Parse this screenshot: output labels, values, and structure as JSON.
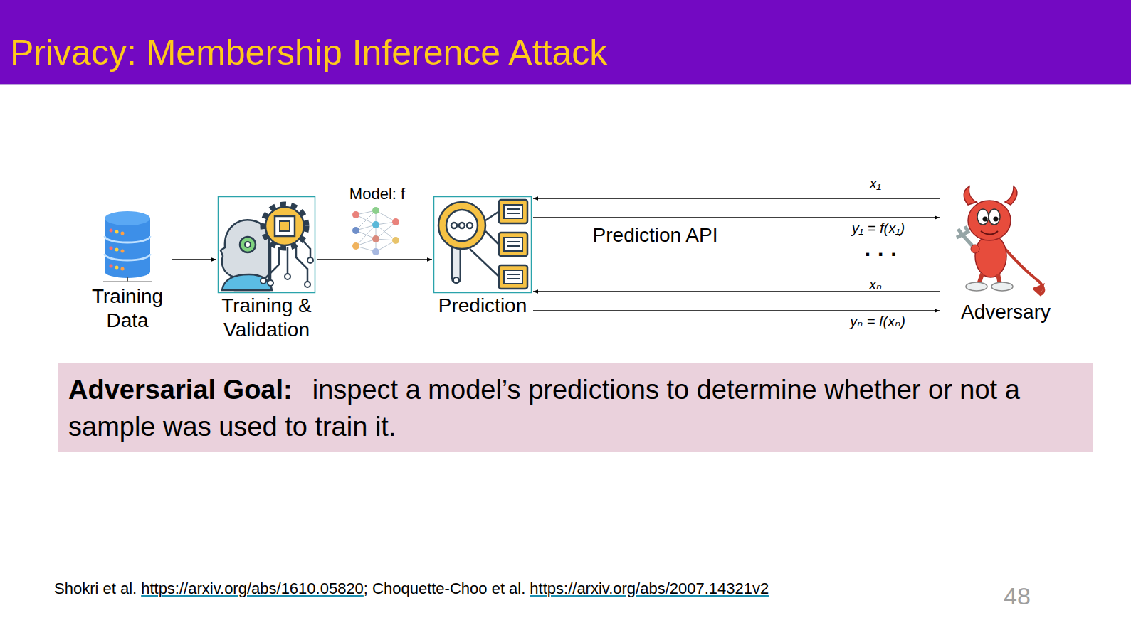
{
  "diagram": {
    "title": "Privacy: Membership Inference Attack",
    "nodes": [
      {
        "text": [
          "Training Data"
        ]
      },
      {
        "text": [
          "Training & Validation"
        ]
      },
      {
        "text": [
          "Prediction"
        ]
      },
      {
        "text": [
          "Prediction API"
        ]
      },
      {
        "text": [
          "Adversary"
        ]
      },
      {
        "text": [
          "Adversarial Goal:",
          "inspect a model’s predictions to determine whether or not a sample was used to train it."
        ]
      }
    ],
    "edges": [
      {
        "from": 0,
        "to": 1,
        "arrow": "to"
      },
      {
        "from": 1,
        "to": 2,
        "arrow": "to",
        "label": "Model: f"
      },
      {
        "from": 4,
        "to": 2,
        "arrow": "to",
        "label": "x₁"
      },
      {
        "from": 2,
        "to": 4,
        "arrow": "to",
        "label": "y₁ = f(x₁)"
      },
      {
        "from": 4,
        "to": 2,
        "arrow": "to",
        "label": "xₙ"
      },
      {
        "from": 2,
        "to": 4,
        "arrow": "to",
        "label": "yₙ = f(xₙ)"
      }
    ],
    "labels": [
      "· · ·",
      "Shokri et al.",
      "https://arxiv.org/abs/1610.05820",
      "; Choquette-Choo et al.",
      "https://arxiv.org/abs/2007.14321v2",
      "48"
    ]
  }
}
